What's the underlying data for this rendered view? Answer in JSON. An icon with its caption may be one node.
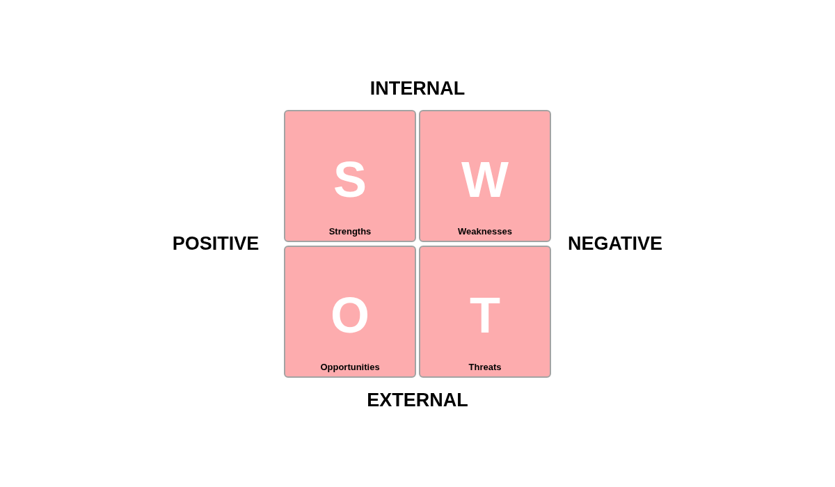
{
  "diagram": {
    "nodes": [
      {
        "text": [
          "S",
          "Strengths"
        ]
      },
      {
        "text": [
          "W",
          "Weaknesses"
        ]
      },
      {
        "text": [
          "O",
          "Opportunities"
        ]
      },
      {
        "text": [
          "T",
          "Threats"
        ]
      }
    ],
    "labels": [
      "INTERNAL",
      "POSITIVE",
      "NEGATIVE",
      "EXTERNAL"
    ]
  }
}
